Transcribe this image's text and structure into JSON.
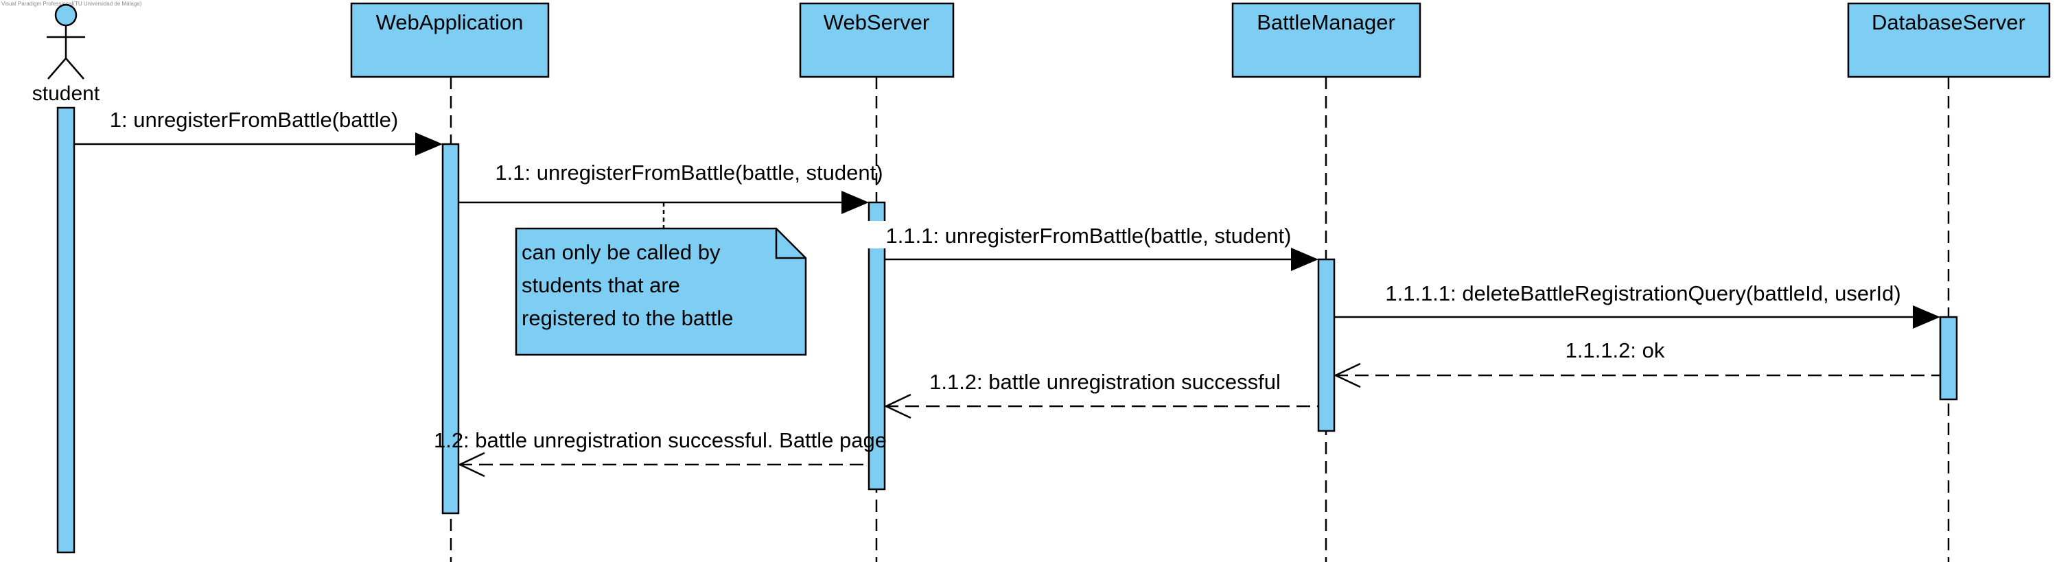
{
  "watermark": "Visual Paradigm Professional(TU Universidad de Málaga)",
  "colors": {
    "fill": "#7ecef4",
    "stroke": "#000000",
    "note_fill": "#7ecef4"
  },
  "actor": {
    "name": "student"
  },
  "participants": [
    {
      "id": "webapp",
      "name": "WebApplication"
    },
    {
      "id": "webserver",
      "name": "WebServer"
    },
    {
      "id": "battlemanager",
      "name": "BattleManager"
    },
    {
      "id": "dbserver",
      "name": "DatabaseServer"
    }
  ],
  "messages": [
    {
      "id": "m1",
      "label": "1: unregisterFromBattle(battle)",
      "from": "student",
      "to": "webapp",
      "kind": "sync"
    },
    {
      "id": "m1_1",
      "label": "1.1: unregisterFromBattle(battle, student)",
      "from": "webapp",
      "to": "webserver",
      "kind": "sync"
    },
    {
      "id": "m1_1_1",
      "label": "1.1.1: unregisterFromBattle(battle, student)",
      "from": "webserver",
      "to": "battlemanager",
      "kind": "sync"
    },
    {
      "id": "m1_1_1_1",
      "label": "1.1.1.1: deleteBattleRegistrationQuery(battleId, userId)",
      "from": "battlemanager",
      "to": "dbserver",
      "kind": "sync"
    },
    {
      "id": "m1_1_1_2",
      "label": "1.1.1.2: ok",
      "from": "dbserver",
      "to": "battlemanager",
      "kind": "reply"
    },
    {
      "id": "m1_1_2",
      "label": "1.1.2: battle unregistration successful",
      "from": "battlemanager",
      "to": "webserver",
      "kind": "reply"
    },
    {
      "id": "m1_2",
      "label": "1.2: battle unregistration successful. Battle page",
      "from": "webserver",
      "to": "webapp",
      "kind": "reply"
    }
  ],
  "note": {
    "lines": [
      "can only be called by",
      "students that are",
      "registered to the battle"
    ]
  }
}
